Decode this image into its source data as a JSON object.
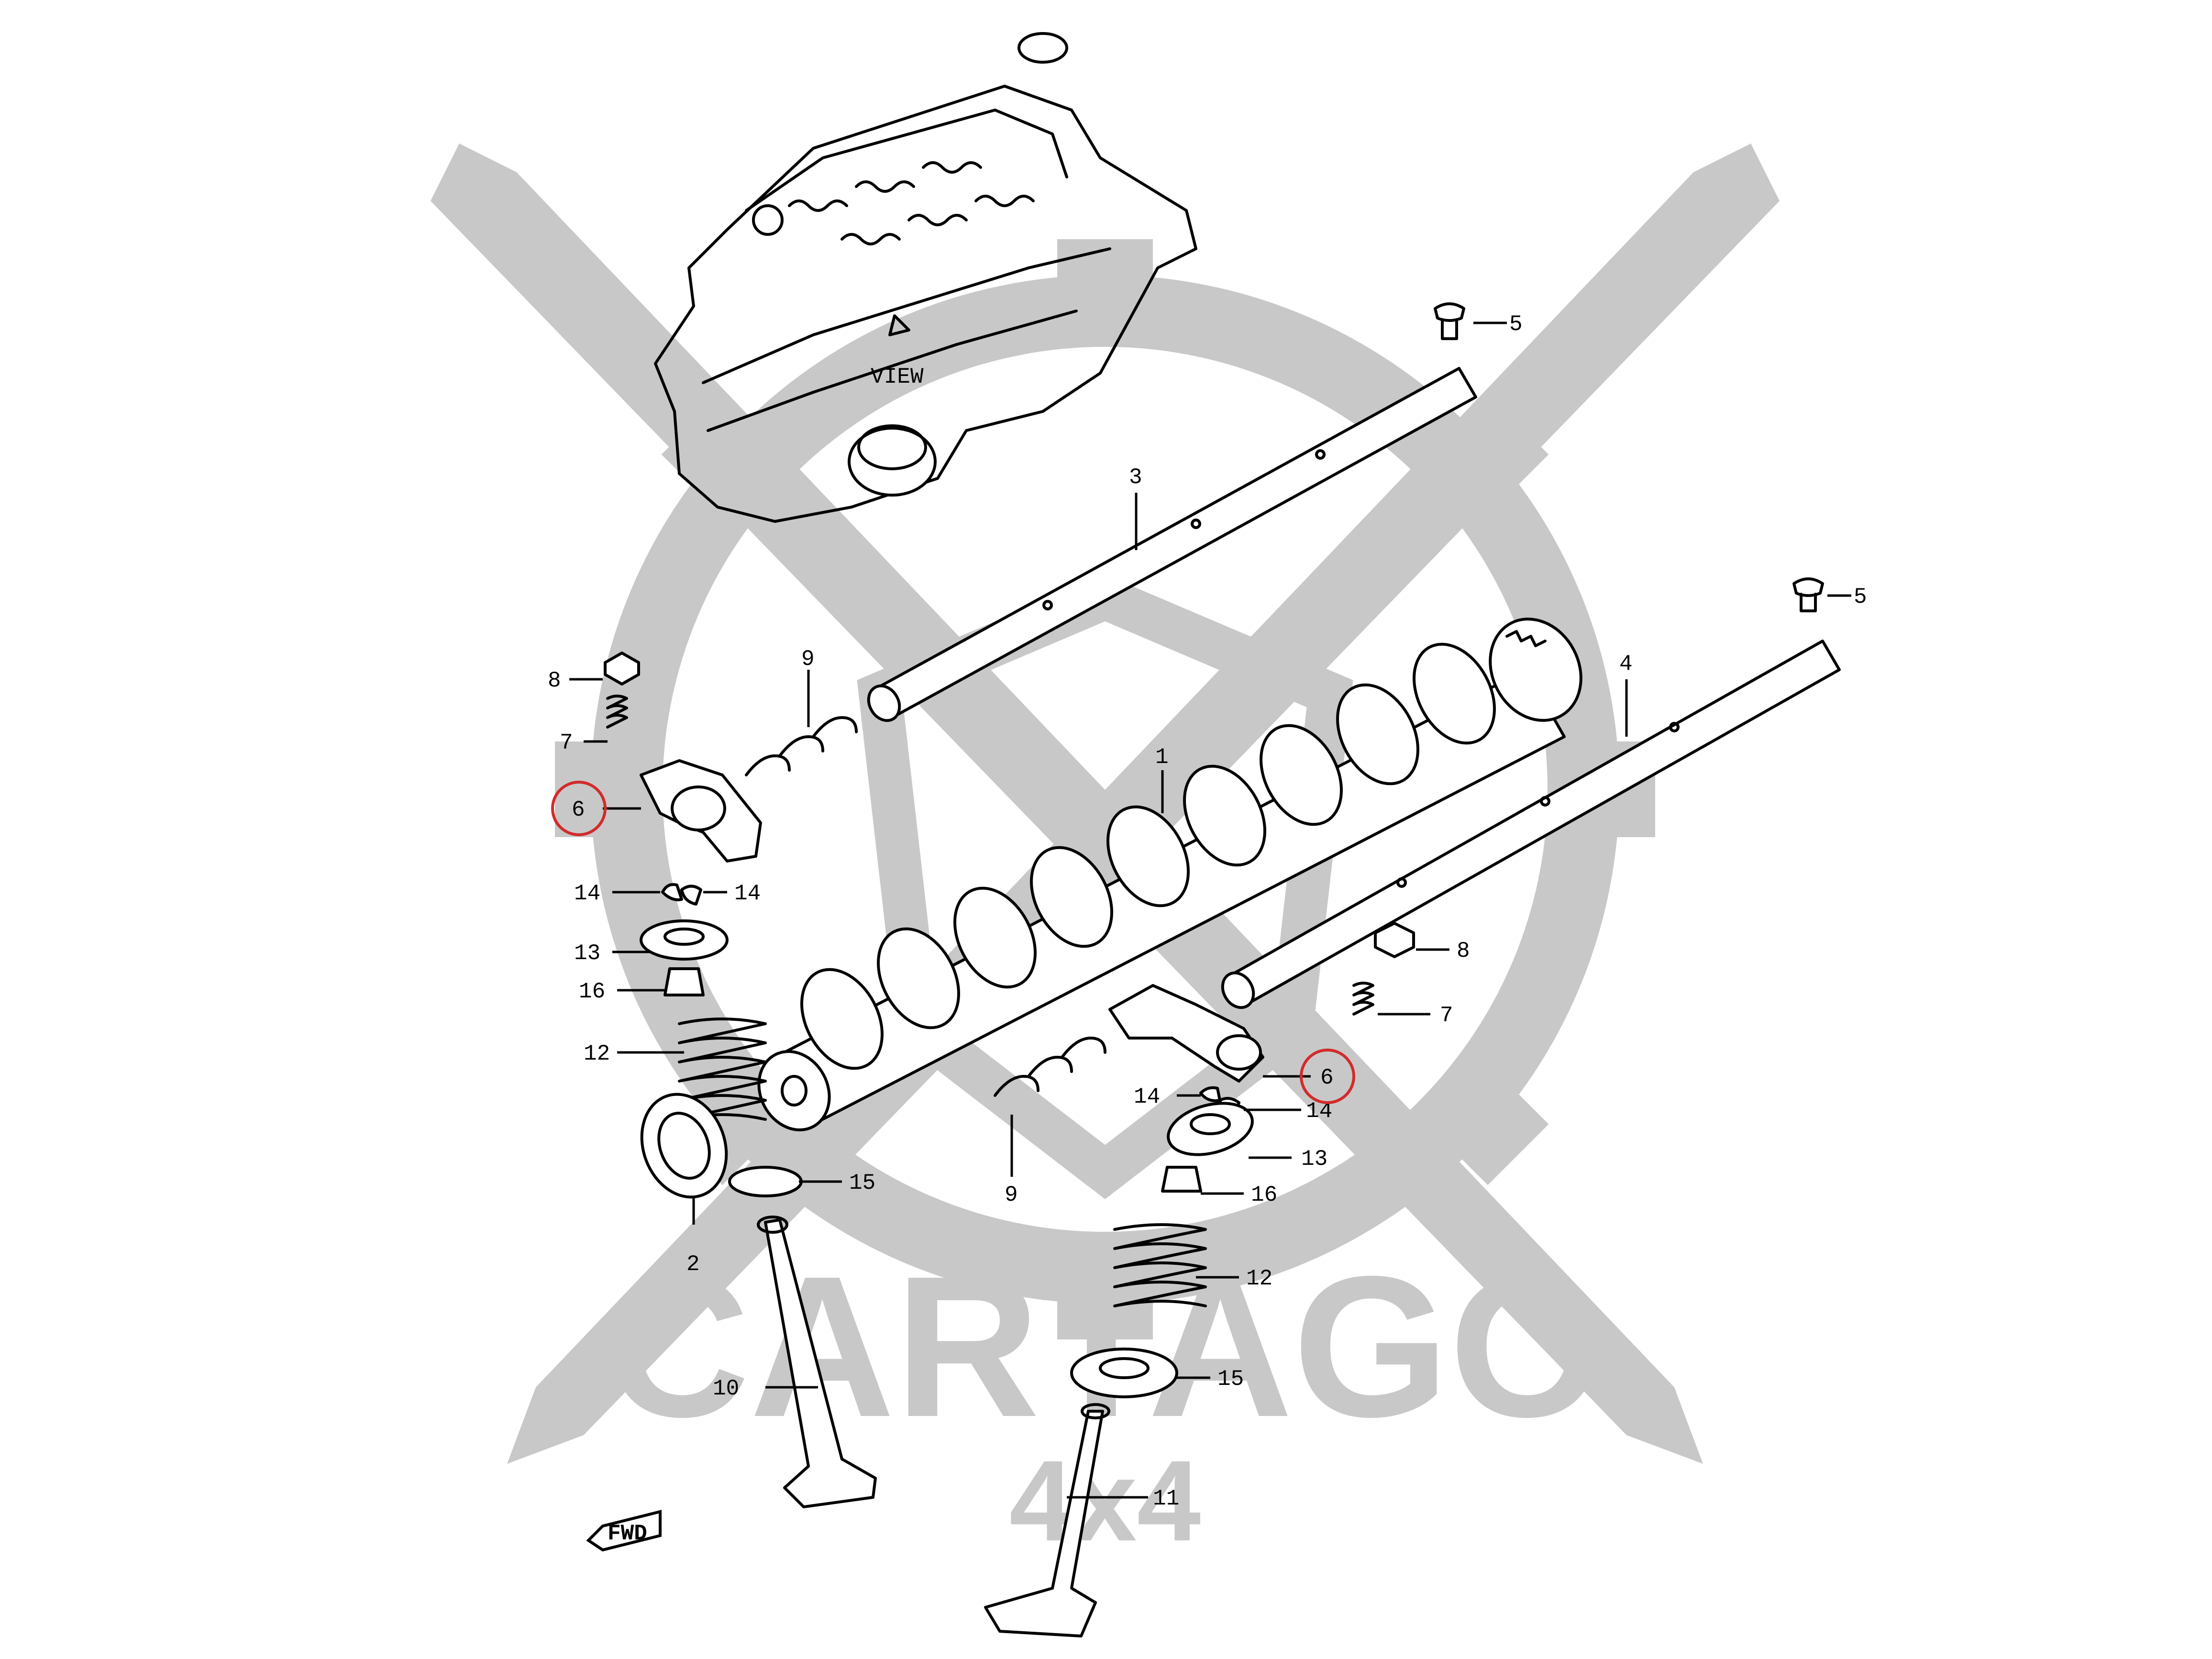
{
  "diagram": {
    "view_label": "VIEW",
    "fwd_label": "FWD",
    "watermark": {
      "brand": "CARTAGO",
      "suffix": "4x4"
    },
    "highlight_color": "#d22b2b",
    "watermark_color": "#c8c8c8",
    "callouts": [
      "1",
      "2",
      "3",
      "4",
      "5",
      "5",
      "6",
      "6",
      "7",
      "7",
      "8",
      "8",
      "9",
      "9",
      "10",
      "11",
      "12",
      "12",
      "13",
      "13",
      "14",
      "14",
      "14",
      "14",
      "15",
      "15",
      "16",
      "16"
    ],
    "highlighted_callouts": [
      "6",
      "6"
    ]
  }
}
